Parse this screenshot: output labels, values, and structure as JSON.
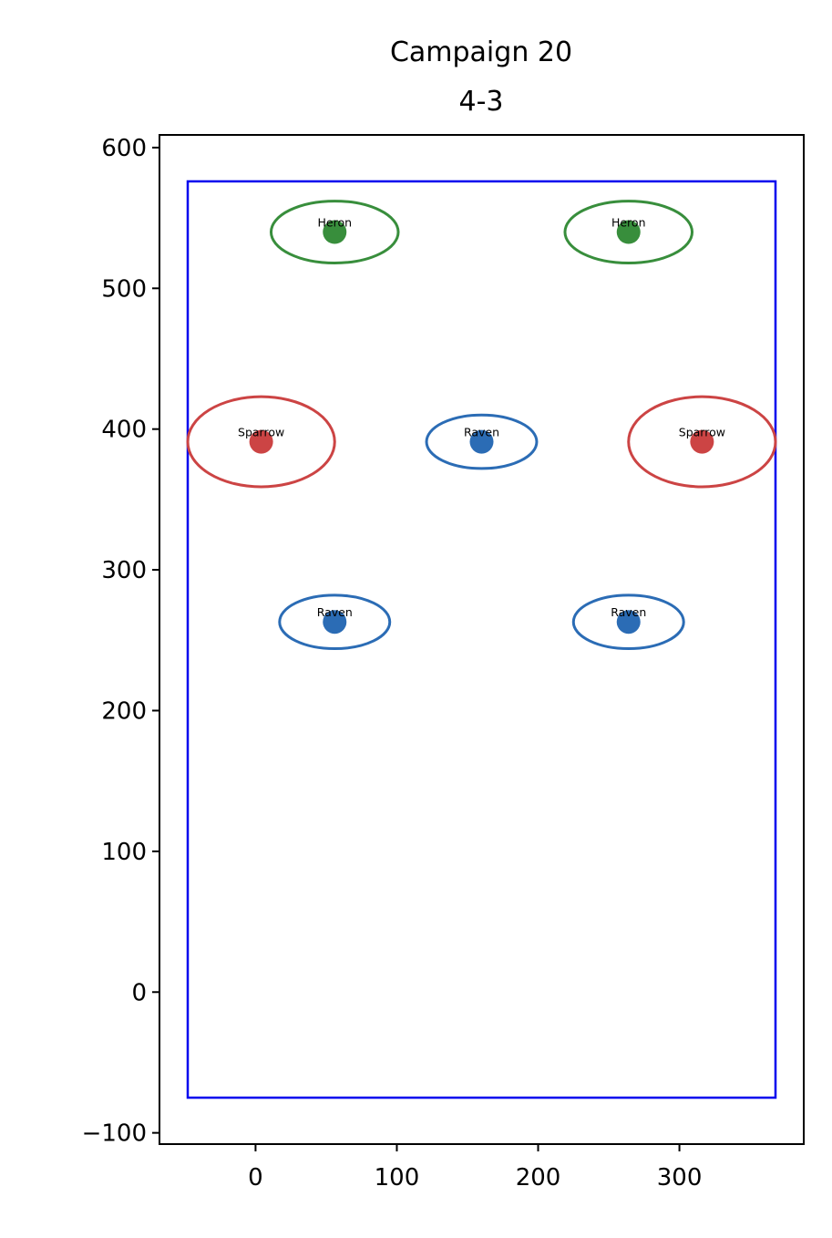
{
  "chart_data": {
    "type": "scatter",
    "title": "Campaign 20",
    "subtitle": "4-3",
    "xlabel": "",
    "ylabel": "",
    "xlim": [
      -68,
      388
    ],
    "ylim": [
      -108,
      609
    ],
    "x_ticks": [
      0,
      100,
      200,
      300
    ],
    "y_ticks": [
      -100,
      0,
      100,
      200,
      300,
      400,
      500,
      600
    ],
    "y_tick_labels": [
      "−100",
      "0",
      "100",
      "200",
      "300",
      "400",
      "500",
      "600"
    ],
    "grid": false,
    "boundary": {
      "x": [
        -48,
        368
      ],
      "y": [
        -75,
        576
      ],
      "color": "#0000ee"
    },
    "colors": {
      "Heron": "#388e3c",
      "Sparrow": "#cc4444",
      "Raven": "#2b6cb5"
    },
    "points": [
      {
        "label": "Heron",
        "x": 56,
        "y": 540,
        "rx": 45,
        "ry": 22
      },
      {
        "label": "Heron",
        "x": 264,
        "y": 540,
        "rx": 45,
        "ry": 22
      },
      {
        "label": "Sparrow",
        "x": 4,
        "y": 391,
        "rx": 52,
        "ry": 32
      },
      {
        "label": "Raven",
        "x": 160,
        "y": 391,
        "rx": 39,
        "ry": 19
      },
      {
        "label": "Sparrow",
        "x": 316,
        "y": 391,
        "rx": 52,
        "ry": 32
      },
      {
        "label": "Raven",
        "x": 56,
        "y": 263,
        "rx": 39,
        "ry": 19
      },
      {
        "label": "Raven",
        "x": 264,
        "y": 263,
        "rx": 39,
        "ry": 19
      }
    ]
  }
}
